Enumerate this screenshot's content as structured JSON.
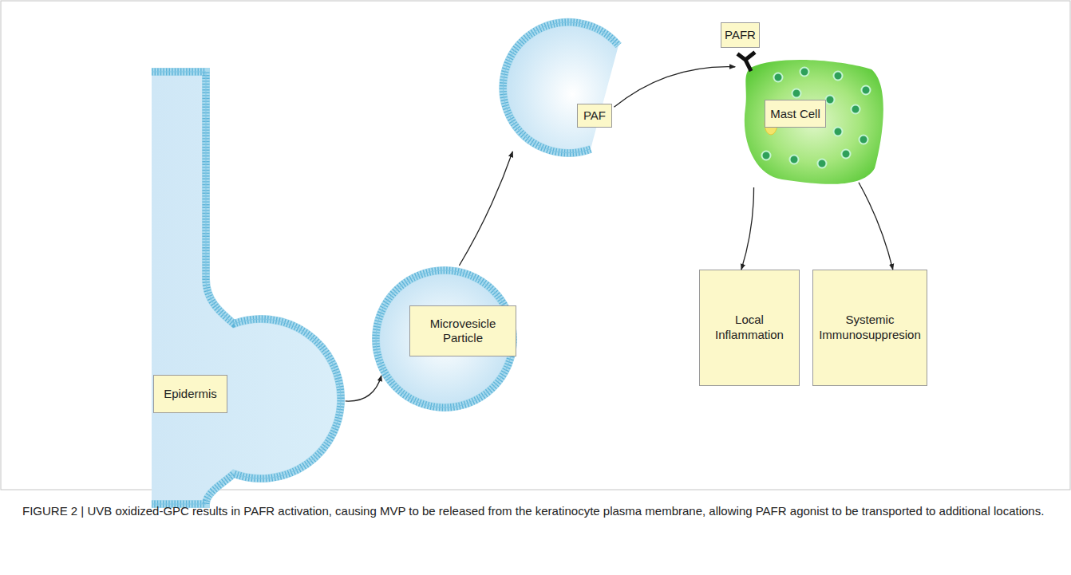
{
  "diagram": {
    "caption": "FIGURE 2 | UVB oxidized-GPC results in PAFR activation, causing MVP to be released from the keratinocyte plasma membrane, allowing PAFR agonist to be transported to additional locations.",
    "nodes": [
      {
        "text": [
          "Epidermis"
        ]
      },
      {
        "text": [
          "Microvesicle Particle"
        ]
      },
      {
        "text": [
          "PAF"
        ]
      },
      {
        "text": [
          "PAFR",
          "Mast Cell"
        ]
      },
      {
        "text": [
          "Local Inflammation"
        ]
      },
      {
        "text": [
          "Systemic Immunosuppresion"
        ]
      }
    ],
    "edges": [
      {
        "from": 0,
        "to": 1,
        "arrow": "to"
      },
      {
        "from": 1,
        "to": 2,
        "arrow": "to"
      },
      {
        "from": 2,
        "to": 3,
        "arrow": "to"
      },
      {
        "from": 3,
        "to": 4,
        "arrow": "to"
      },
      {
        "from": 3,
        "to": 5,
        "arrow": "to"
      }
    ]
  }
}
